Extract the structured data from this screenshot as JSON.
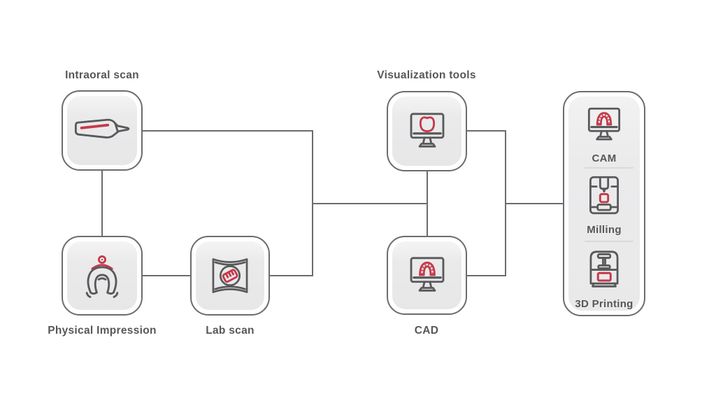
{
  "diagram": {
    "title": "Digital dentistry workflow diagram",
    "nodes": {
      "intraoral": {
        "label": "Intraoral scan",
        "icon": "intraoral-scanner-icon"
      },
      "physical": {
        "label": "Physical Impression",
        "icon": "impression-tray-icon"
      },
      "labscan": {
        "label": "Lab scan",
        "icon": "lab-scanner-icon"
      },
      "visualization": {
        "label": "Visualization tools",
        "icon": "monitor-tooth-icon"
      },
      "cad": {
        "label": "CAD",
        "icon": "monitor-arch-icon"
      }
    },
    "output_panel": {
      "items": {
        "cam": {
          "label": "CAM",
          "icon": "monitor-arch-icon"
        },
        "milling": {
          "label": "Milling",
          "icon": "milling-machine-icon"
        },
        "printing": {
          "label": "3D Printing",
          "icon": "printer-3d-icon"
        }
      }
    },
    "colors": {
      "accent_red": "#c5394a",
      "outline_gray": "#6b6c6e",
      "icon_gray": "#58595b",
      "label_gray": "#565759",
      "node_fill": "#e9e9ea"
    }
  }
}
